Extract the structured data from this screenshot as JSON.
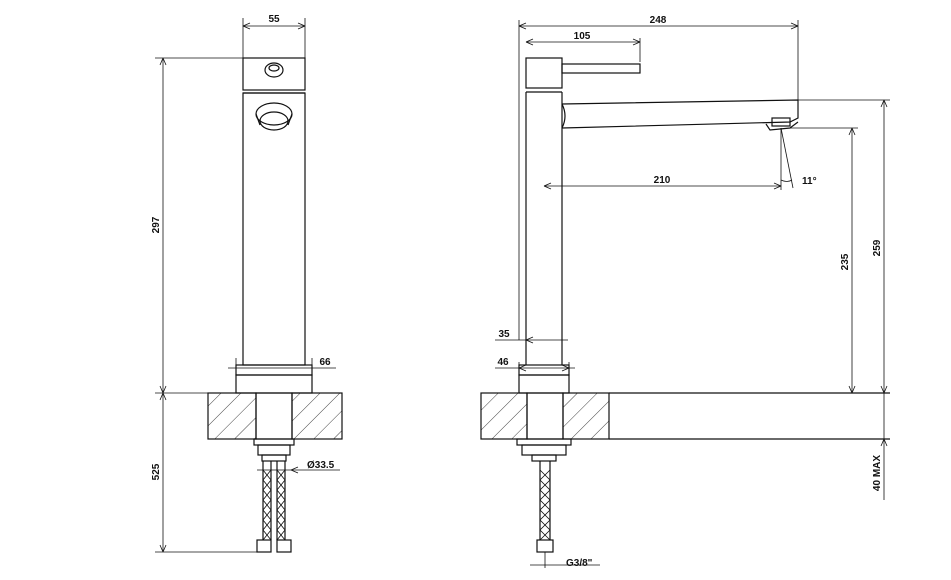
{
  "front_view": {
    "width_label": "55",
    "height_label": "297",
    "base_width_label": "66",
    "below_counter_label": "525",
    "hose_diameter_label": "Ø33.5"
  },
  "side_view": {
    "total_reach_label": "248",
    "lever_reach_label": "105",
    "spout_reach_label": "210",
    "angle_label": "11°",
    "outlet_height_label": "235",
    "total_height_label": "259",
    "body_diameter_label": "35",
    "base_diameter_label": "46",
    "counter_thickness_label": "40 MAX",
    "connection_label": "G3/8\""
  }
}
